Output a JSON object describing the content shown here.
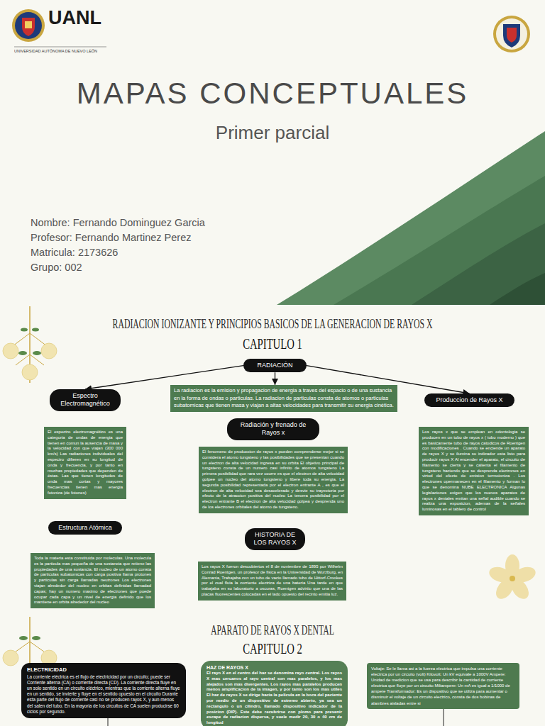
{
  "diagram": {
    "title": "MAPAS CONCEPTUALES",
    "nodes": [
      {
        "text": [
          "RADIACIÓN"
        ]
      },
      {
        "text": [
          "Espectro Electromagnético"
        ]
      },
      {
        "text": [
          "La radiacion es la emision y propagacion de energia a traves del espacio o de una sustancia en la forma de ondas o particulas. La radiacion de particulas consta de atomos o particulas subatomicas que tienen masa y viajan a altas velocidades para transmitir su energia cinética."
        ]
      },
      {
        "text": [
          "Produccion de Rayos X"
        ]
      },
      {
        "text": [
          "El espectro electromagnético es una categoria de ondas de energia que tienen en comun la ausencia de masa y la velocidad con que viajan (300 000 km/s) Las radiaciones individuales del espectro difieren en su longitud de onda y frecuencia, y por tanto en muchas propiedades que dependen de éstas. Las que tienen longitudes de onda mas cortas y mayores frecuencias tienen mas energia fotonica (de fotones)"
        ]
      },
      {
        "text": [
          "Radiación y frenado de Rayos x"
        ]
      },
      {
        "text": [
          "El fenomeno de produccion de rayos x pueden comprenderse mejor si se considera el atomo tungsteno y las posibilidades que se presentan cuando un electron de alta velocidad ingresa en su orbita El objetivo principal de tungsteno consta de un numero casi infinito de atomos tungsteno La primera posibilidad que rara vez ocurre es que el electron de alta velocidad golpee un nucleo del atomo tungsteno y libere toda su energia. La segunda posibilidad representada por el electron entrante A , es que el electron de alta velocidad sea desacelerado y desvie su trayectoria por efecto de la atraccion positiva del nucleo La tercera posibilidad por el electron entrante B el electron de alta velocidad golpea y desprenda uno de los electrones orbitales del atomo de tungsteno."
        ]
      },
      {
        "text": [
          "Los rayos x que se emplean en odontologia se producen en un tubo de rayos x ( tubo moderno ) que es basicamente tubo de rayos catodicos de Roentgen con modificaciones . Cuando se enciende un aparato de rayos X y se ilumina su indicador esta listo para producir rayos X Al encender el aparato, el circuito de filamento se cierra y se calienta el filamento de tungsteno haciendo que se desprenda electrones en virtud del efecto de emision termoionica . Los electrones opermanecen en el filamento y forman lo que se denomina NUBE ELECTRONICA Algunas legislaciones exigen que los nuevos aparatos de rayos x dentales emitan una señal audible cuando se realiza una exposicion, ademas de la señales luminosas en el tablero de control"
        ]
      },
      {
        "text": [
          "Estructura Atómica"
        ]
      },
      {
        "text": [
          "HISTORIA DE LOS RAYOS X"
        ]
      },
      {
        "text": [
          "Toda la materia esta constituida por moleculas. Una molecula es la particula mas pequeña de una sustancia que retiene las propiedades de una sustancia. El nucleo de un atomo consta de particulas subatomicas con carga positiva llama protones y particulas sin carga llamadas neutrones Los electrones viajan alrededor del nucleo en orbitas definidas llamadad capas; hay un numero maximo de electrones que puede ocupar cada capa y un nivel de energia definido que los mantiene en orbita alrededor del nucleo"
        ]
      },
      {
        "text": [
          "Los rayos X fueron descubiertos el 8 de noviembre de 1895 por Wilhelm Conrad Roentgen, un profesor de fisica en la Universidad de Wurzburg, en Alemania, Trabajaba con un tubo de vacio llamado tubo de Hittorf-Crookes por el cual fluia la corriente electrica de una bateria Una tarde en que trabajaba en su laboratorio a oscuras, Roentgen advirtio que una de las placas fluorescentes colocadas en el lado opuesto del recinto emitia luz."
        ]
      },
      {
        "text": [
          "ELECTRICIDAD",
          "La corriente eléctrica es el flujo de electricidad por un circuito; puede ser Corriente alterna (CA) o corriente directa (CD). La corriente directa fluye en un solo sentido en un circuito eléctrico, mientras que la corriente alterna fluye en un sentido, se invierte y fluye en el sentido opuesto en el circuito Durante esta parte del flujo de corriente casi no se producen rayos X, y aun menos del salen del tubo. En la mayoria de los circuitos de CA suelen producirse 60 ciclos por segundo."
        ]
      },
      {
        "text": [
          "HAZ DE RAYOS X",
          "El rayo X en el centro del haz se denomina rayo central. Los rayos X mas cercanos al rayo central son mas paralelos, y los mas alejados son mas divergentes. Los rayos mas paralelos producen menos amplificacion de la imagen, y por tanto son los mas utiles El haz de rayos X se dirige hacia la película en la boca del paciente por medio de un dispositivo de extremo abierto, ya sea un rectangulo o un cilindro, llamado dispositivo indicador de la posicion (DIP). Este debe recubrirse con plomo para prevenir escape de radiacion dispersa, y suele medir 20, 30 o 40 cm de longitud"
        ]
      },
      {
        "text": [
          "Voltaje: Se le llama asi a la fuerza electrica que impulsa una corriente electrica por un circuito (volt) Kilovolt: Un kV equivale a 1000V Ampere: Unidad de medicion que se usa para describir la cantidad de corriente electrica que fluye por un circuito Miliampere: Un mA es igual a 1/1000 de ampere Transformador: Es un dispositivo que se utiliza para aumentar o disminuir el voltaje de un circuito electrico, consta de dos bobinas de alambres aisladas entre si"
        ]
      }
    ],
    "edges": [
      {
        "from": 0,
        "to": 1,
        "arrow": "to"
      },
      {
        "from": 0,
        "to": 2,
        "arrow": "to"
      },
      {
        "from": 0,
        "to": 3,
        "arrow": "to"
      }
    ],
    "labels": [
      "UANL",
      "UNIVERSIDAD AUTÓNOMA DE NUEVO LEÓN",
      "Primer parcial",
      "Nombre: Fernando Dominguez Garcia",
      "Profesor: Fernando Martinez Perez",
      "Matricula: 2173626",
      "Grupo: 002",
      "RADIACION IONIZANTE Y PRINCIPIOS BASICOS DE LA GENERACION DE RAYOS X",
      "CAPITULO 1",
      "APARATO DE RAYOS X DENTAL",
      "CAPITULO 2"
    ]
  }
}
